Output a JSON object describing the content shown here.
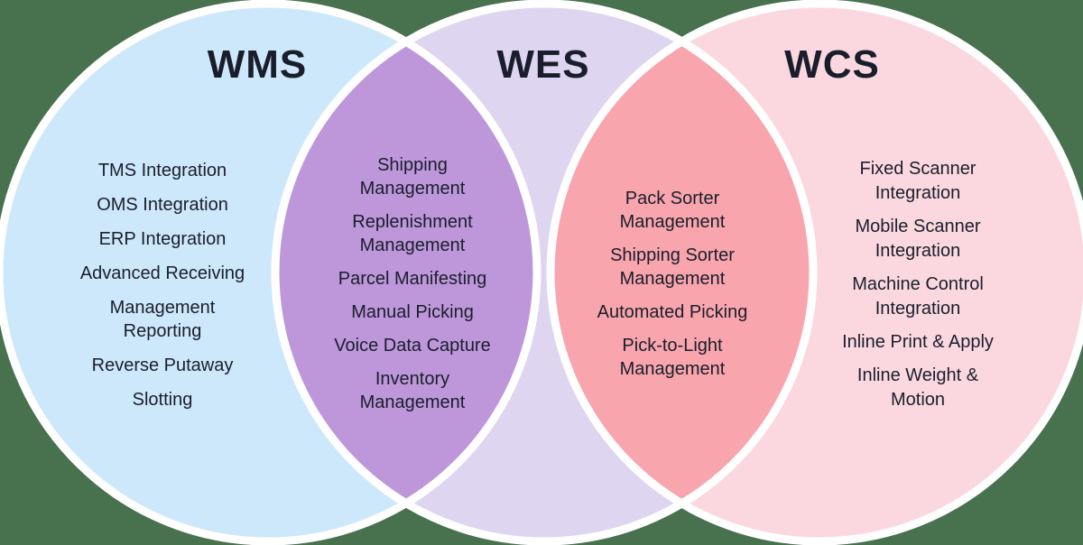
{
  "diagram": {
    "background_color": "#48714e",
    "divider_color": "#ffffff",
    "text_color": "#1a1e2c",
    "sets": [
      {
        "title": "WMS",
        "color": "#cde8fa",
        "items": [
          [
            "TMS Integration"
          ],
          [
            "OMS Integration"
          ],
          [
            "ERP Integration"
          ],
          [
            "Advanced Receiving"
          ],
          [
            "Management",
            "Reporting"
          ],
          [
            "Reverse Putaway"
          ],
          [
            "Slotting"
          ]
        ]
      },
      {
        "title": "WES",
        "color": "#ded5f0",
        "items": []
      },
      {
        "title": "WCS",
        "color": "#fbd8df",
        "items": [
          [
            "Fixed Scanner",
            "Integration"
          ],
          [
            "Mobile Scanner",
            "Integration"
          ],
          [
            "Machine Control",
            "Integration"
          ],
          [
            "Inline Print & Apply"
          ],
          [
            "Inline Weight &",
            "Motion"
          ]
        ]
      }
    ],
    "overlaps": [
      {
        "name": "WMS + WES",
        "color": "#bd97da",
        "items": [
          [
            "Shipping",
            "Management"
          ],
          [
            "Replenishment",
            "Management"
          ],
          [
            "Parcel Manifesting"
          ],
          [
            "Manual Picking"
          ],
          [
            "Voice Data Capture"
          ],
          [
            "Inventory",
            "Management"
          ]
        ]
      },
      {
        "name": "WES + WCS",
        "color": "#f8a5ad",
        "items": [
          [
            "Pack Sorter",
            "Management"
          ],
          [
            "Shipping Sorter",
            "Management"
          ],
          [
            "Automated Picking"
          ],
          [
            "Pick-to-Light",
            "Management"
          ]
        ]
      }
    ]
  }
}
